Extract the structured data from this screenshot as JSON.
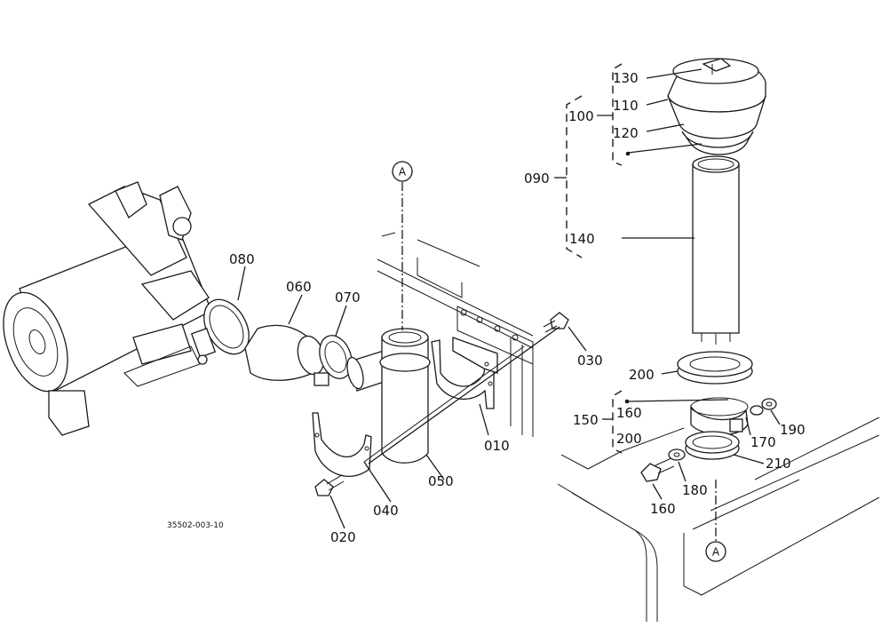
{
  "diagram": {
    "code": "35502-003-10",
    "view_ref": "A",
    "callouts": {
      "p010": "010",
      "p020": "020",
      "p030": "030",
      "p040": "040",
      "p050": "050",
      "p060": "060",
      "p070": "070",
      "p080": "080",
      "p090": "090",
      "p100": "100",
      "p110": "110",
      "p120": "120",
      "p130": "130",
      "p140": "140",
      "p150": "150",
      "p160a": "160",
      "p160b": "160",
      "p170": "170",
      "p180": "180",
      "p190": "190",
      "p200a": "200",
      "p200b": "200",
      "p210": "210"
    }
  }
}
